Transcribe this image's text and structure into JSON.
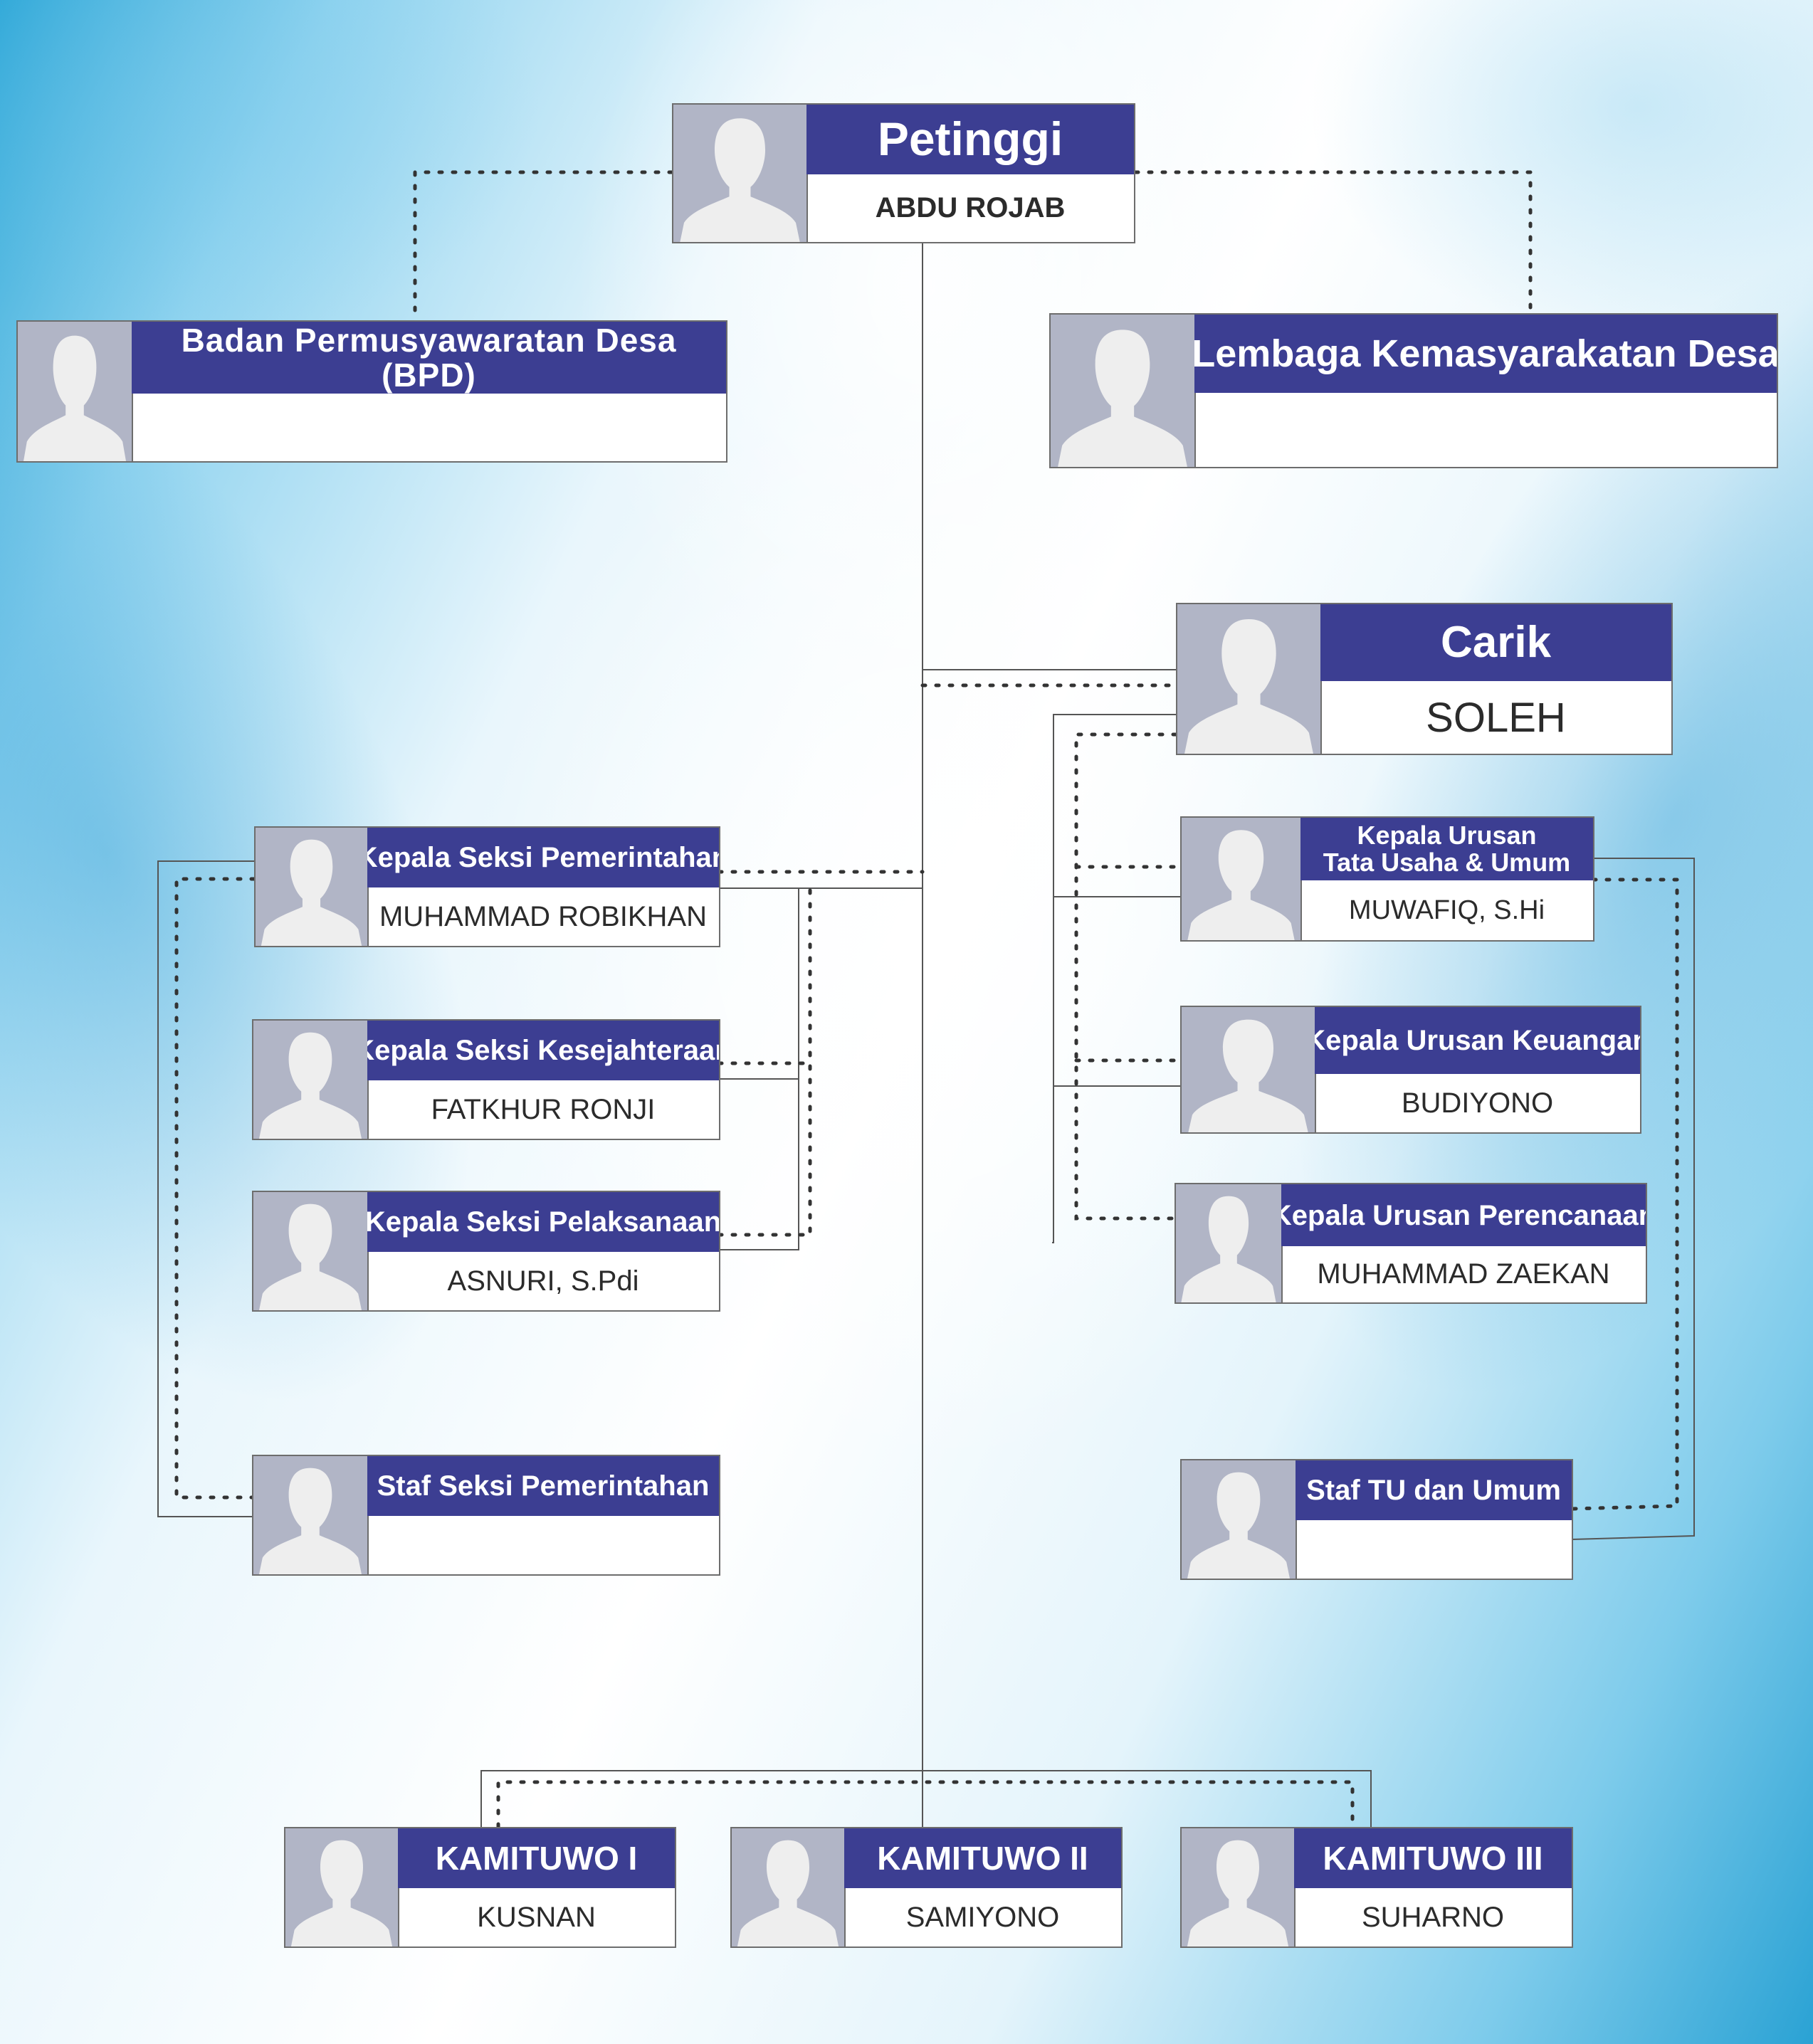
{
  "colors": {
    "title_bg": "#3c3e92",
    "title_text": "#ffffff",
    "name_text": "#2b2b2b",
    "photo_bg": "#b1b5c6",
    "silhouette": "#eeeeee",
    "border": "#6d6d6d"
  },
  "icon": "person-silhouette-icon",
  "nodes": {
    "petinggi": {
      "title": "Petinggi",
      "name": "ABDU ROJAB"
    },
    "bpd": {
      "title_line1": "Badan Permusyawaratan Desa",
      "title_line2": "(BPD)",
      "name": ""
    },
    "lkd": {
      "title": "Lembaga Kemasyarakatan Desa",
      "name": ""
    },
    "carik": {
      "title": "Carik",
      "name": "SOLEH"
    },
    "kasi_pemerintahan": {
      "title": "Kepala Seksi Pemerintahan",
      "name": "MUHAMMAD ROBIKHAN"
    },
    "kasi_kesejahteraan": {
      "title": "Kepala Seksi Kesejahteraan",
      "name": "FATKHUR RONJI"
    },
    "kasi_pelaksanaan": {
      "title": "Kepala Seksi Pelaksanaan",
      "name": "ASNURI, S.Pdi"
    },
    "staf_pemerintahan": {
      "title": "Staf Seksi Pemerintahan",
      "name": ""
    },
    "kaur_tu": {
      "title_line1": "Kepala Urusan",
      "title_line2": "Tata Usaha & Umum",
      "name": "MUWAFIQ, S.Hi"
    },
    "kaur_keuangan": {
      "title": "Kepala Urusan Keuangan",
      "name": "BUDIYONO"
    },
    "kaur_perencanaan": {
      "title": "Kepala Urusan Perencanaan",
      "name": "MUHAMMAD ZAEKAN"
    },
    "staf_tu": {
      "title": "Staf TU dan Umum",
      "name": ""
    },
    "kamituwo_1": {
      "title": "KAMITUWO I",
      "name": "KUSNAN"
    },
    "kamituwo_2": {
      "title": "KAMITUWO II",
      "name": "SAMIYONO"
    },
    "kamituwo_3": {
      "title": "KAMITUWO III",
      "name": "SUHARNO"
    }
  }
}
